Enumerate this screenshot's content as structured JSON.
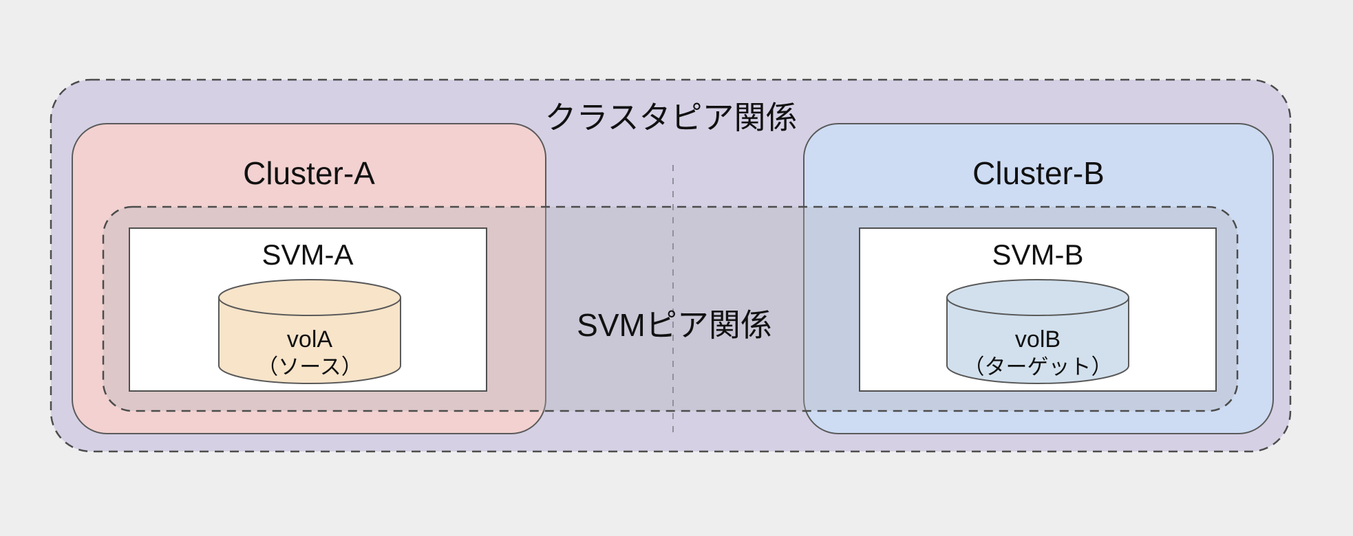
{
  "diagram": {
    "title": "クラスタピア関係",
    "svm_peer_label": "SVMピア関係",
    "cluster_a": {
      "label": "Cluster-A",
      "svm": {
        "label": "SVM-A",
        "volume": {
          "name": "volA",
          "role": "（ソース）"
        }
      }
    },
    "cluster_b": {
      "label": "Cluster-B",
      "svm": {
        "label": "SVM-B",
        "volume": {
          "name": "volB",
          "role": "（ターゲット）"
        }
      }
    },
    "colors": {
      "canvas_bg": "#eeeeef",
      "cluster_peer_fill": "#d5d0e4",
      "cluster_a_fill": "#f2d1d0",
      "cluster_b_fill": "#cddcf3",
      "svm_peer_fill": "rgba(178,178,182,0.32)",
      "svm_box_fill": "#ffffff",
      "volume_a_fill": "#f7e4c9",
      "volume_b_fill": "#d2e0ed"
    }
  }
}
